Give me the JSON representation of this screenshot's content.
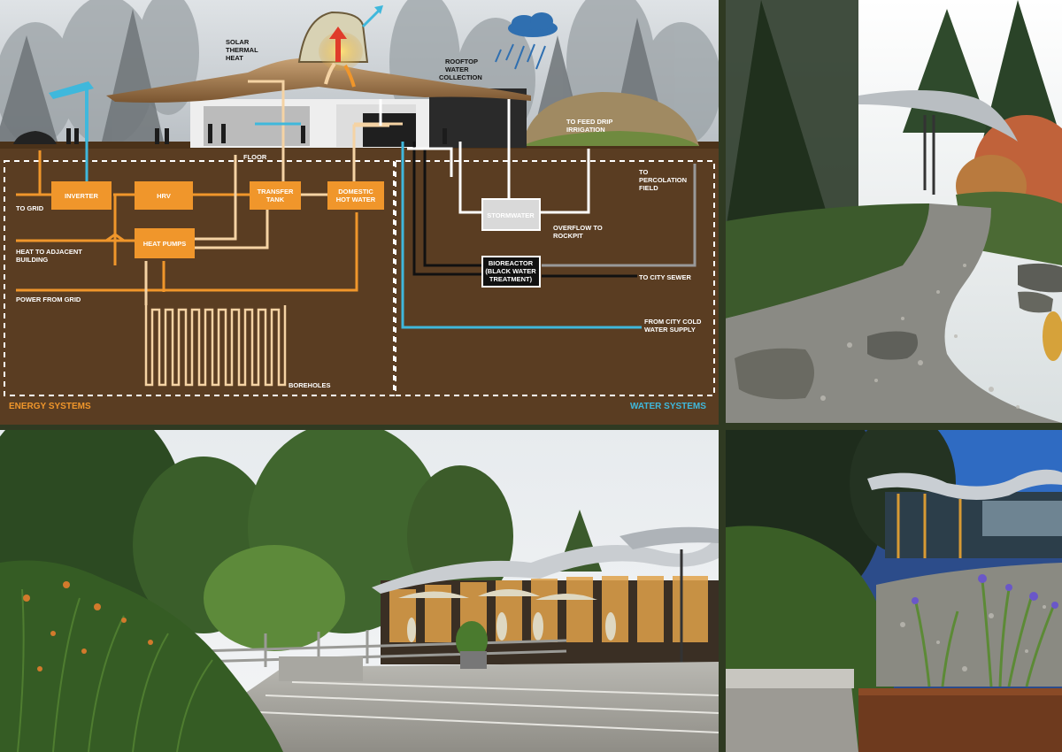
{
  "diagram": {
    "labels": {
      "solar_thermal_heat": [
        "SOLAR",
        "THERMAL",
        "HEAT"
      ],
      "rooftop_water": [
        "ROOFTOP",
        "WATER",
        "COLLECTION"
      ],
      "to_feed_drip": [
        "TO FEED DRIP",
        "IRRIGATION"
      ],
      "floor": "FLOOR",
      "inverter": "INVERTER",
      "hrv": "HRV",
      "transfer_tank": [
        "TRANSFER",
        "TANK"
      ],
      "domestic_hot_water": [
        "DOMESTIC",
        "HOT WATER"
      ],
      "heat_pumps": "HEAT PUMPS",
      "to_grid": "TO GRID",
      "heat_to_adjacent": [
        "HEAT TO ADJACENT",
        "BUILDING"
      ],
      "power_from_grid": "POWER FROM GRID",
      "boreholes": "BOREHOLES",
      "stormwater": "STORMWATER",
      "overflow": [
        "OVERFLOW TO",
        "ROCKPIT"
      ],
      "to_percolation": [
        "TO",
        "PERCOLATION",
        "FIELD"
      ],
      "bioreactor": [
        "BIOREACTOR",
        "(BLACK WATER",
        "TREATMENT)"
      ],
      "to_city_sewer": "TO CITY SEWER",
      "from_city_cold": [
        "FROM CITY COLD",
        "WATER SUPPLY"
      ],
      "energy_systems": "ENERGY SYSTEMS",
      "water_systems": "WATER SYSTEMS"
    },
    "colors": {
      "soil": "#5a3d22",
      "energy": "#f0962b",
      "energy_light": "#f5d3a4",
      "water": "#3fb8dc",
      "white": "#ffffff",
      "black": "#111111"
    }
  },
  "photos": {
    "top_right": "gravel-path-garden-photo",
    "bottom_left": "visitor-centre-cafe-photo",
    "bottom_right": "garden-planting-photo"
  }
}
